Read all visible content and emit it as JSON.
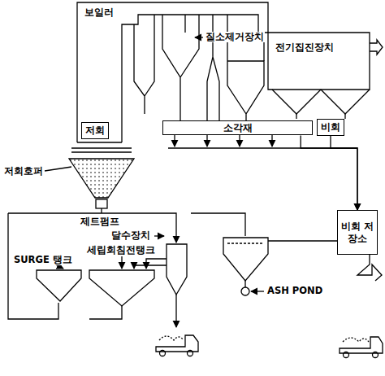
{
  "diagram": {
    "nodes": [
      {
        "text": [
          "저회"
        ]
      },
      {
        "text": [
          "소각재"
        ]
      },
      {
        "text": [
          "비회"
        ]
      },
      {
        "text": [
          "비회 저장소"
        ]
      }
    ],
    "edges": [
      {
        "from": 1,
        "to": 3,
        "arrow": "to"
      },
      {
        "from": 2,
        "to": 3,
        "arrow": "to"
      }
    ],
    "labels": [
      "보일러",
      "질소제거장치",
      "전기집진장치",
      "저회호퍼",
      "제트펌프",
      "달수장치",
      "세립회침전탱크",
      "SURGE 탱크",
      "ASH POND"
    ]
  }
}
